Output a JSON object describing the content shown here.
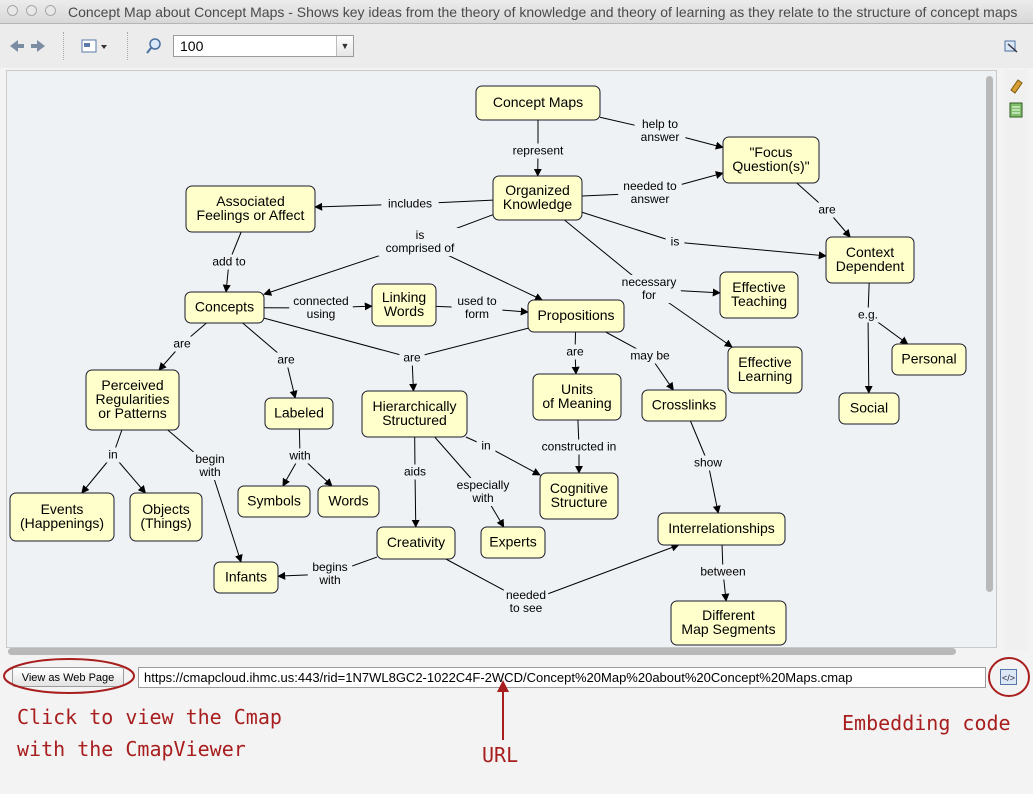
{
  "window": {
    "title": "Concept Map about Concept Maps - Shows key ideas from the theory of knowledge and theory of learning as they relate to the structure of concept maps"
  },
  "toolbar": {
    "zoom_value": "100"
  },
  "map": {
    "nodes": [
      {
        "id": "concept-maps",
        "lines": [
          "Concept Maps"
        ]
      },
      {
        "id": "organized-knowledge",
        "lines": [
          "Organized",
          "Knowledge"
        ]
      },
      {
        "id": "focus-questions",
        "lines": [
          "\"Focus",
          "Question(s)\""
        ]
      },
      {
        "id": "associated-feelings",
        "lines": [
          "Associated",
          "Feelings or Affect"
        ]
      },
      {
        "id": "context-dependent",
        "lines": [
          "Context",
          "Dependent"
        ]
      },
      {
        "id": "concepts",
        "lines": [
          "Concepts"
        ]
      },
      {
        "id": "linking-words",
        "lines": [
          "Linking",
          "Words"
        ]
      },
      {
        "id": "propositions",
        "lines": [
          "Propositions"
        ]
      },
      {
        "id": "effective-teaching",
        "lines": [
          "Effective",
          "Teaching"
        ]
      },
      {
        "id": "effective-learning",
        "lines": [
          "Effective",
          "Learning"
        ]
      },
      {
        "id": "personal",
        "lines": [
          "Personal"
        ]
      },
      {
        "id": "perceived-regularities",
        "lines": [
          "Perceived",
          "Regularities",
          "or Patterns"
        ]
      },
      {
        "id": "labeled",
        "lines": [
          "Labeled"
        ]
      },
      {
        "id": "hierarchically-structured",
        "lines": [
          "Hierarchically",
          "Structured"
        ]
      },
      {
        "id": "units-of-meaning",
        "lines": [
          "Units",
          "of Meaning"
        ]
      },
      {
        "id": "crosslinks",
        "lines": [
          "Crosslinks"
        ]
      },
      {
        "id": "social",
        "lines": [
          "Social"
        ]
      },
      {
        "id": "events",
        "lines": [
          "Events",
          "(Happenings)"
        ]
      },
      {
        "id": "objects",
        "lines": [
          "Objects",
          "(Things)"
        ]
      },
      {
        "id": "symbols",
        "lines": [
          "Symbols"
        ]
      },
      {
        "id": "words",
        "lines": [
          "Words"
        ]
      },
      {
        "id": "cognitive-structure",
        "lines": [
          "Cognitive",
          "Structure"
        ]
      },
      {
        "id": "creativity",
        "lines": [
          "Creativity"
        ]
      },
      {
        "id": "experts",
        "lines": [
          "Experts"
        ]
      },
      {
        "id": "interrelationships",
        "lines": [
          "Interrelationships"
        ]
      },
      {
        "id": "infants",
        "lines": [
          "Infants"
        ]
      },
      {
        "id": "different-map-segments",
        "lines": [
          "Different",
          "Map Segments"
        ]
      }
    ],
    "links": [
      {
        "id": "help-to-answer",
        "lines": [
          "help to",
          "answer"
        ]
      },
      {
        "id": "represent",
        "lines": [
          "represent"
        ]
      },
      {
        "id": "includes",
        "lines": [
          "includes"
        ]
      },
      {
        "id": "needed-to-answer",
        "lines": [
          "needed to",
          "answer"
        ]
      },
      {
        "id": "are-context",
        "lines": [
          "are"
        ]
      },
      {
        "id": "is-comprised-of",
        "lines": [
          "is",
          "comprised of"
        ]
      },
      {
        "id": "is-context",
        "lines": [
          "is"
        ]
      },
      {
        "id": "add-to",
        "lines": [
          "add to"
        ]
      },
      {
        "id": "connected-using",
        "lines": [
          "connected",
          "using"
        ]
      },
      {
        "id": "used-to-form",
        "lines": [
          "used to",
          "form"
        ]
      },
      {
        "id": "necessary-for",
        "lines": [
          "necessary",
          "for"
        ]
      },
      {
        "id": "eg",
        "lines": [
          "e.g."
        ]
      },
      {
        "id": "are-perceived",
        "lines": [
          "are"
        ]
      },
      {
        "id": "are-labeled",
        "lines": [
          "are"
        ]
      },
      {
        "id": "are-hierarchical",
        "lines": [
          "are"
        ]
      },
      {
        "id": "are-units",
        "lines": [
          "are"
        ]
      },
      {
        "id": "may-be",
        "lines": [
          "may be"
        ]
      },
      {
        "id": "in-perceived",
        "lines": [
          "in"
        ]
      },
      {
        "id": "begin-with",
        "lines": [
          "begin",
          "with"
        ]
      },
      {
        "id": "with-labeled",
        "lines": [
          "with"
        ]
      },
      {
        "id": "in-hierarchical",
        "lines": [
          "in"
        ]
      },
      {
        "id": "constructed-in",
        "lines": [
          "constructed in"
        ]
      },
      {
        "id": "show",
        "lines": [
          "show"
        ]
      },
      {
        "id": "aids",
        "lines": [
          "aids"
        ]
      },
      {
        "id": "especially-with",
        "lines": [
          "especially",
          "with"
        ]
      },
      {
        "id": "between",
        "lines": [
          "between"
        ]
      },
      {
        "id": "begins-with",
        "lines": [
          "begins",
          "with"
        ]
      },
      {
        "id": "needed-to-see",
        "lines": [
          "needed",
          "to see"
        ]
      }
    ]
  },
  "bottom": {
    "view_web_label": "View as Web Page",
    "url": "https://cmapcloud.ihmc.us:443/rid=1N7WL8GC2-1022C4F-2WCD/Concept%20Map%20about%20Concept%20Maps.cmap"
  },
  "annotations": {
    "click_line1": "Click to view the Cmap",
    "click_line2": "with the CmapViewer",
    "url_label": "URL",
    "embed_label": "Embedding code"
  },
  "colors": {
    "node_fill": "#ffffcc",
    "annotation": "#a81e1e",
    "canvas": "#eef2f5"
  },
  "icons": [
    "back-icon",
    "forward-icon",
    "view-icon",
    "zoom-icon",
    "settings-icon",
    "eraser-icon",
    "document-icon",
    "embed-icon"
  ]
}
